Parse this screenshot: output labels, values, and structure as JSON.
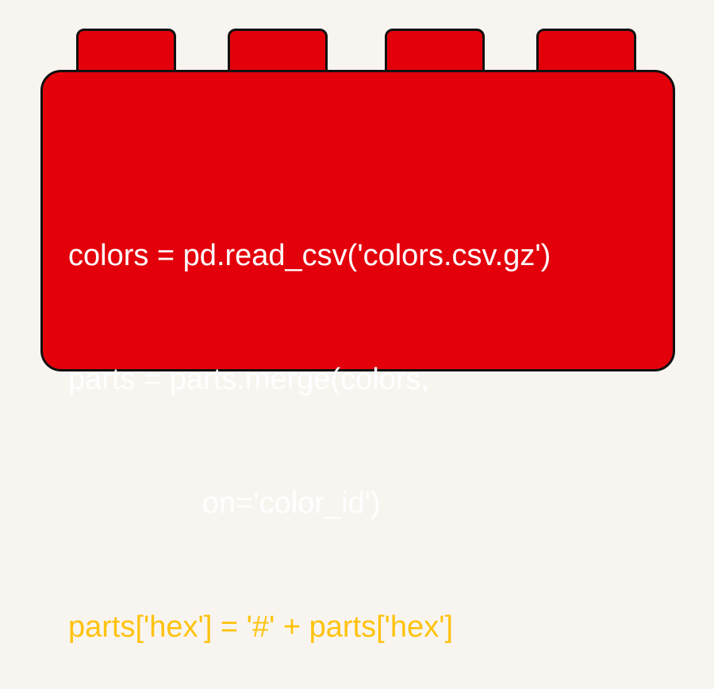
{
  "code": {
    "lines": [
      "colors = pd.read_csv('colors.csv.gz')",
      "parts = parts.merge(colors,",
      "                on='color_id')",
      "parts['hex'] = '#' + parts['hex']"
    ]
  },
  "colors": {
    "background": "#f8f5f0",
    "brick": "#e3000b",
    "outline": "#111111",
    "text": "#ffffff",
    "highlight": "#ffc20e"
  }
}
